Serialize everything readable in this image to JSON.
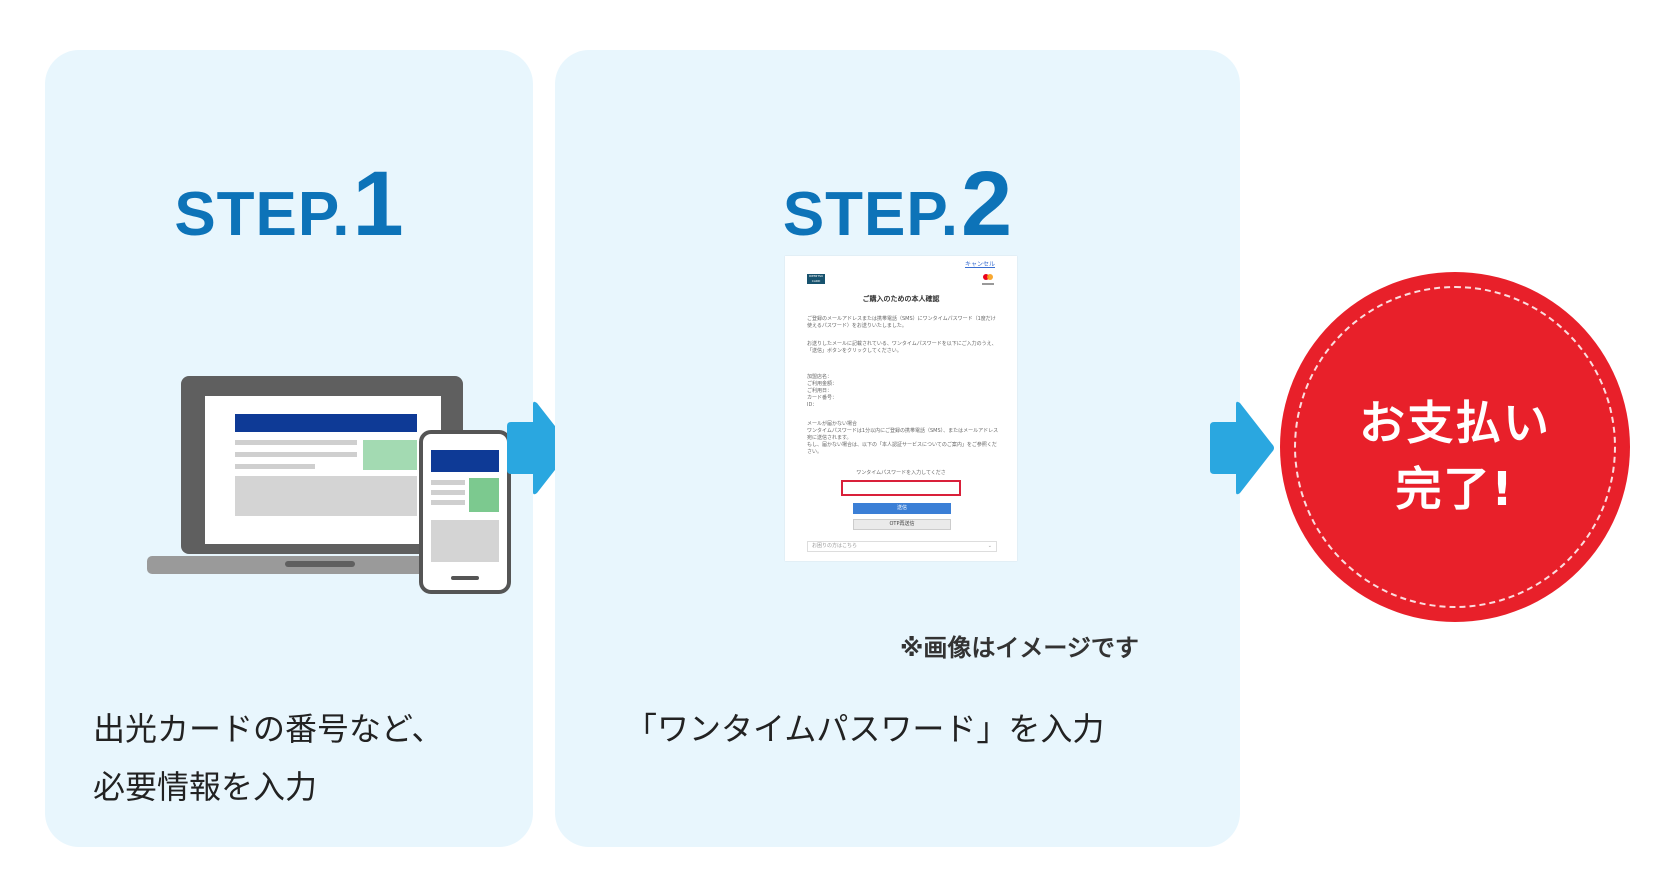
{
  "step1": {
    "label": "STEP.",
    "number": "1",
    "description_line1": "出光カードの番号など、",
    "description_line2": "必要情報を入力"
  },
  "step2": {
    "label": "STEP.",
    "number": "2",
    "description": "「ワンタイムパスワード」を入力",
    "image_note": "※画像はイメージです",
    "screenshot": {
      "cancel_link": "キャンセル",
      "logo_text": "IDEMITSU CARD",
      "title": "ご購入のための本人確認",
      "para1": "ご登録のメールアドレスまたは携帯電話（SMS）にワンタイムパスワード（1度だけ使えるパスワード）をお送りいたしました。",
      "para2": "お送りしたメールに記載されている、ワンタイムパスワードを以下にご入力のうえ、「送信」ボタンをクリックしてください。",
      "details": [
        "加盟店名：",
        "ご利用金額：",
        "ご利用日：",
        "カード番号：",
        "ID："
      ],
      "para3": "メールが届かない場合\nワンタイムパスワードは1分以内にご登録の携帯電話（SMS）、またはメールアドレス宛に送信されます。\nもし、届かない場合は、以下の「本人認証サービスについてのご案内」をご参照ください。",
      "field_label": "ワンタイムパスワードを入力してくださ",
      "send_button": "送信",
      "resend_button": "OTP再送信",
      "help_text": "お困りの方はこちら"
    }
  },
  "completion": {
    "line1": "お支払い",
    "line2": "完了!"
  },
  "colors": {
    "panel_bg": "#e8f6fd",
    "step_blue": "#0d73b8",
    "arrow_blue": "#2aa7e0",
    "done_red": "#e8202a"
  }
}
